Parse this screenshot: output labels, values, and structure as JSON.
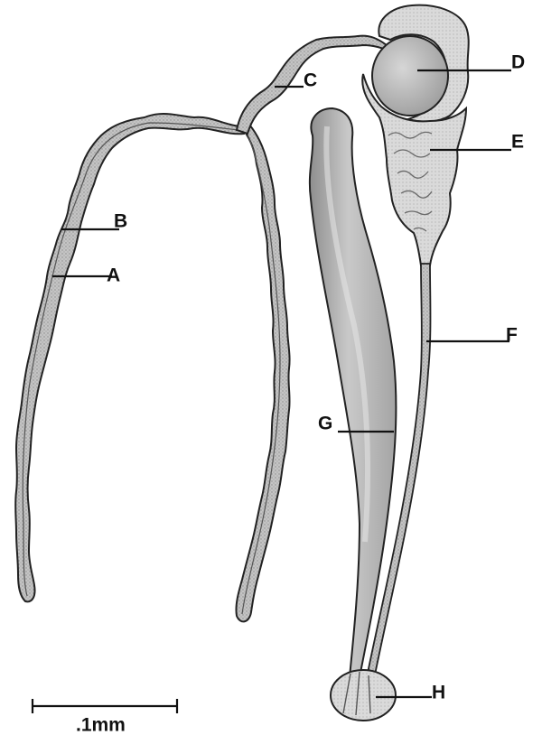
{
  "labels": {
    "a": "A",
    "b": "B",
    "c": "C",
    "d": "D",
    "e": "E",
    "f": "F",
    "g": "G",
    "h": "H"
  },
  "scale_bar": {
    "label": ".1mm"
  },
  "colors": {
    "ink": "#111111",
    "tissue_fill": "#bdbdbd",
    "tissue_light": "#d9d9d9",
    "background": "#ffffff"
  }
}
